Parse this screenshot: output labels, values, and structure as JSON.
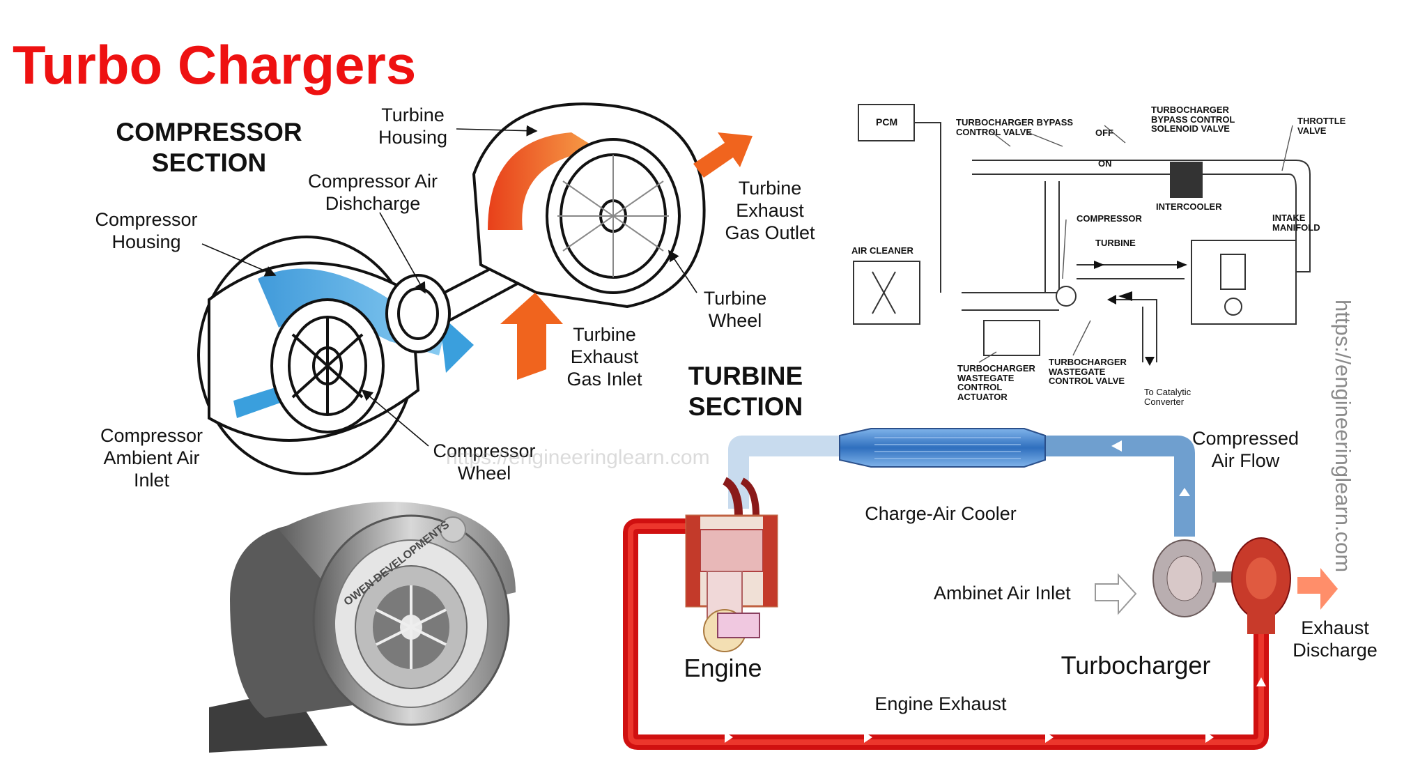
{
  "title": "Turbo Chargers",
  "cutaway": {
    "compressor_section": "COMPRESSOR SECTION",
    "turbine_section": "TURBINE SECTION",
    "labels": {
      "turbine_housing": "Turbine Housing",
      "compressor_air_discharge": "Compressor Air Dishcharge",
      "compressor_housing": "Compressor Housing",
      "turbine_exhaust_gas_outlet": "Turbine Exhaust Gas Outlet",
      "turbine_wheel": "Turbine Wheel",
      "turbine_exhaust_gas_inlet": "Turbine Exhaust Gas Inlet",
      "compressor_ambient_air_inlet": "Compressor Ambient Air Inlet",
      "compressor_wheel": "Compressor Wheel"
    }
  },
  "schematic": {
    "pcm": "PCM",
    "bypass_control_valve": "TURBOCHARGER BYPASS CONTROL VALVE",
    "bypass_solenoid_valve": "TURBOCHARGER BYPASS CONTROL SOLENOID VALVE",
    "off": "OFF",
    "on": "ON",
    "throttle_valve": "THROTTLE VALVE",
    "intercooler": "INTERCOOLER",
    "compressor": "COMPRESSOR",
    "intake_manifold": "INTAKE MANIFOLD",
    "air_cleaner": "AIR CLEANER",
    "turbine": "TURBINE",
    "wastegate_actuator": "TURBOCHARGER WASTEGATE CONTROL ACTUATOR",
    "wastegate_valve": "TURBOCHARGER WASTEGATE CONTROL VALVE",
    "to_catalytic_converter": "To Catalytic Converter"
  },
  "flow": {
    "charge_air_cooler": "Charge-Air Cooler",
    "compressed_air_flow": "Compressed Air Flow",
    "ambient_air_inlet": "Ambinet Air Inlet",
    "exhaust_discharge": "Exhaust Discharge",
    "engine": "Engine",
    "turbocharger": "Turbocharger",
    "engine_exhaust": "Engine Exhaust"
  },
  "product": {
    "brand_text": "OWEN DEVELOPMENTS"
  },
  "watermark": {
    "vertical": "https://engineeringlearn.com",
    "horizontal": "https://engineeringlearn.com"
  },
  "colors": {
    "title": "#ee1111",
    "compressor_flow": "#3a9fdd",
    "turbine_flow": "#f0641e",
    "exhaust_pipe": "#dd1c1c",
    "air_pipe": "#6f9fcf"
  }
}
